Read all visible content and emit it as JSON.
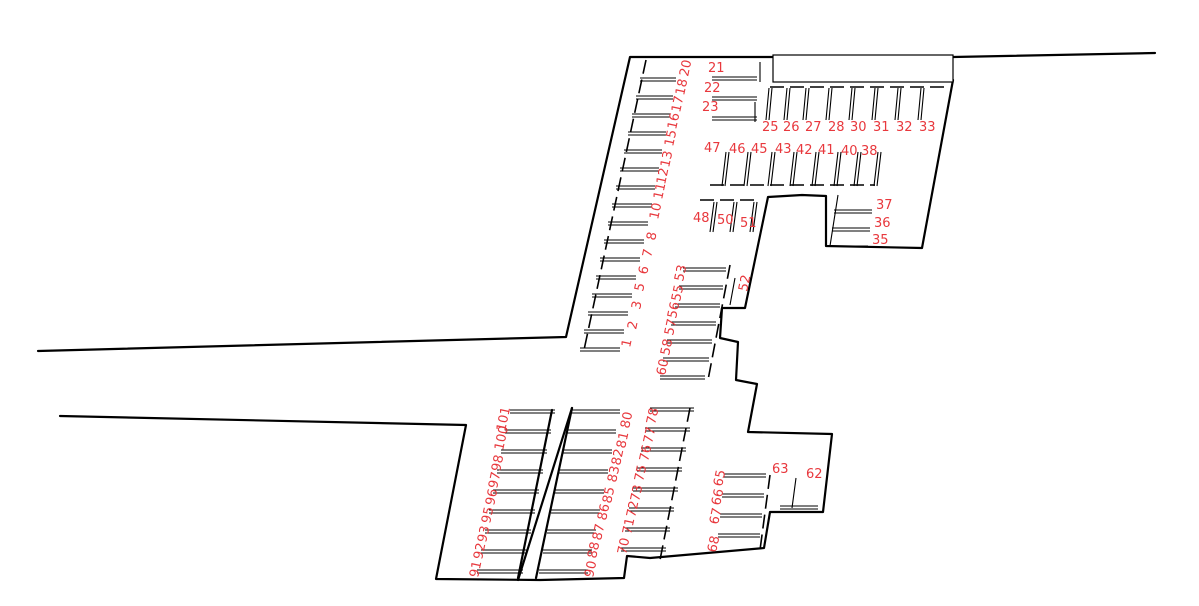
{
  "colors": {
    "label": "#e8383d",
    "outline": "#000000",
    "background": "#ffffff"
  },
  "stall_labels": [
    {
      "id": "1",
      "text": "1"
    },
    {
      "id": "2",
      "text": "2"
    },
    {
      "id": "3",
      "text": "3"
    },
    {
      "id": "5",
      "text": "5"
    },
    {
      "id": "6",
      "text": "6"
    },
    {
      "id": "7",
      "text": "7"
    },
    {
      "id": "8",
      "text": "8"
    },
    {
      "id": "10",
      "text": "10"
    },
    {
      "id": "11",
      "text": "11"
    },
    {
      "id": "12",
      "text": "12"
    },
    {
      "id": "13",
      "text": "13"
    },
    {
      "id": "15",
      "text": "15"
    },
    {
      "id": "16",
      "text": "16"
    },
    {
      "id": "17",
      "text": "17"
    },
    {
      "id": "18",
      "text": "18"
    },
    {
      "id": "20",
      "text": "20"
    },
    {
      "id": "21",
      "text": "21"
    },
    {
      "id": "22",
      "text": "22"
    },
    {
      "id": "23",
      "text": "23"
    },
    {
      "id": "25",
      "text": "25"
    },
    {
      "id": "26",
      "text": "26"
    },
    {
      "id": "27",
      "text": "27"
    },
    {
      "id": "28",
      "text": "28"
    },
    {
      "id": "30",
      "text": "30"
    },
    {
      "id": "31",
      "text": "31"
    },
    {
      "id": "32",
      "text": "32"
    },
    {
      "id": "33",
      "text": "33"
    },
    {
      "id": "35",
      "text": "35"
    },
    {
      "id": "36",
      "text": "36"
    },
    {
      "id": "37",
      "text": "37"
    },
    {
      "id": "38",
      "text": "38"
    },
    {
      "id": "40",
      "text": "40"
    },
    {
      "id": "41",
      "text": "41"
    },
    {
      "id": "42",
      "text": "42"
    },
    {
      "id": "43",
      "text": "43"
    },
    {
      "id": "45",
      "text": "45"
    },
    {
      "id": "46",
      "text": "46"
    },
    {
      "id": "47",
      "text": "47"
    },
    {
      "id": "48",
      "text": "48"
    },
    {
      "id": "50",
      "text": "50"
    },
    {
      "id": "51",
      "text": "51"
    },
    {
      "id": "52",
      "text": "52"
    },
    {
      "id": "53",
      "text": "53"
    },
    {
      "id": "55",
      "text": "55"
    },
    {
      "id": "56",
      "text": "56"
    },
    {
      "id": "57",
      "text": "57"
    },
    {
      "id": "58",
      "text": "58"
    },
    {
      "id": "60",
      "text": "60"
    },
    {
      "id": "62",
      "text": "62"
    },
    {
      "id": "63",
      "text": "63"
    },
    {
      "id": "65",
      "text": "65"
    },
    {
      "id": "66",
      "text": "66"
    },
    {
      "id": "67",
      "text": "67"
    },
    {
      "id": "68",
      "text": "68"
    },
    {
      "id": "70",
      "text": "70"
    },
    {
      "id": "71",
      "text": "71"
    },
    {
      "id": "72",
      "text": "72"
    },
    {
      "id": "73",
      "text": "73"
    },
    {
      "id": "75",
      "text": "75"
    },
    {
      "id": "76",
      "text": "76"
    },
    {
      "id": "77",
      "text": "77"
    },
    {
      "id": "78",
      "text": "78"
    },
    {
      "id": "80",
      "text": "80"
    },
    {
      "id": "81",
      "text": "81"
    },
    {
      "id": "82",
      "text": "82"
    },
    {
      "id": "83",
      "text": "83"
    },
    {
      "id": "85",
      "text": "85"
    },
    {
      "id": "86",
      "text": "86"
    },
    {
      "id": "87",
      "text": "87"
    },
    {
      "id": "88",
      "text": "88"
    },
    {
      "id": "90",
      "text": "90"
    },
    {
      "id": "91",
      "text": "91"
    },
    {
      "id": "92",
      "text": "92"
    },
    {
      "id": "93",
      "text": "93"
    },
    {
      "id": "95",
      "text": "95"
    },
    {
      "id": "96",
      "text": "96"
    },
    {
      "id": "97",
      "text": "97"
    },
    {
      "id": "98",
      "text": "98"
    },
    {
      "id": "100",
      "text": "100"
    },
    {
      "id": "101",
      "text": "101"
    }
  ]
}
